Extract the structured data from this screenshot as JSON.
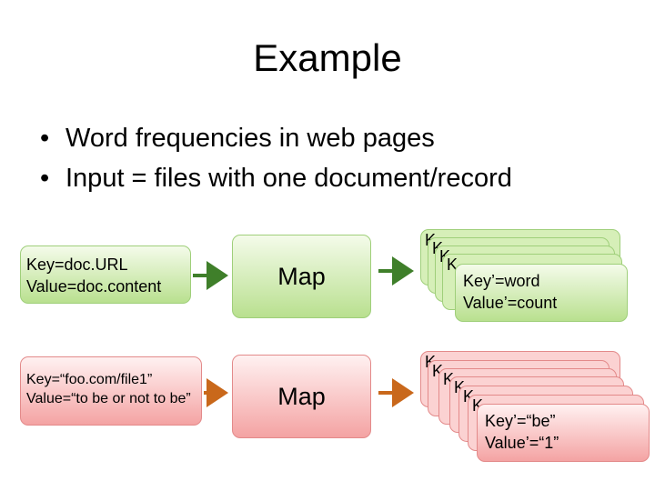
{
  "title": "Example",
  "bullets": [
    "Word frequencies in web pages",
    "Input = files with one document/record"
  ],
  "row1": {
    "input_lines": [
      "Key=doc.URL",
      "Value=doc.content"
    ],
    "map_label": "Map",
    "output_lines": [
      "Key’=word",
      "Value’=count"
    ]
  },
  "row2": {
    "input_lines": [
      "Key=“foo.com/file1”",
      "Value=“to be or not to be”"
    ],
    "map_label": "Map",
    "output_lines": [
      "Key’=“be”",
      "Value’=“1”"
    ]
  },
  "colors": {
    "arrow_green": "#3f7f2a",
    "arrow_orange": "#c9681b",
    "box_green_border": "#9fcf7a",
    "box_red_border": "#e38a8a"
  }
}
